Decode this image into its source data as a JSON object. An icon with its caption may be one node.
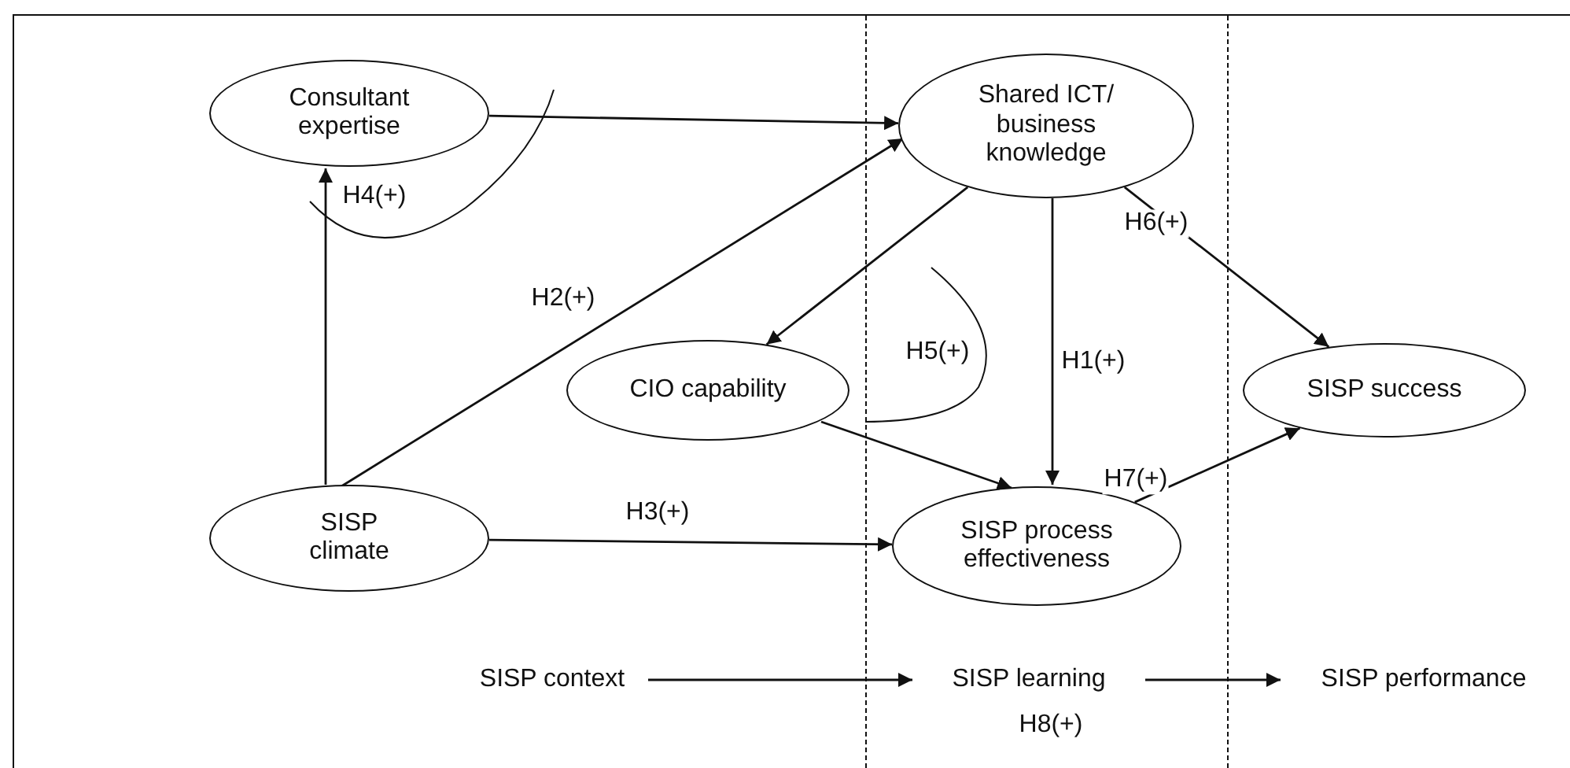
{
  "diagram": {
    "nodes": [
      {
        "text": [
          "Consultant expertise"
        ]
      },
      {
        "text": [
          "Shared ICT/ business knowledge"
        ]
      },
      {
        "text": [
          "CIO capability"
        ]
      },
      {
        "text": [
          "SISP success"
        ]
      },
      {
        "text": [
          "SISP process effectiveness"
        ]
      },
      {
        "text": [
          "SISP climate"
        ]
      },
      {
        "text": [
          "SISP context"
        ]
      },
      {
        "text": [
          "SISP learning"
        ]
      },
      {
        "text": [
          "SISP performance"
        ]
      }
    ],
    "edges": [
      {
        "from": 5,
        "to": 0,
        "arrow": "to"
      },
      {
        "from": 0,
        "to": 1,
        "arrow": "to"
      },
      {
        "from": 5,
        "to": 1,
        "arrow": "to",
        "label": "H2(+)"
      },
      {
        "from": 1,
        "to": 2,
        "arrow": "to"
      },
      {
        "from": 1,
        "to": 4,
        "arrow": "to",
        "label": "H1(+)"
      },
      {
        "from": 1,
        "to": 3,
        "arrow": "to",
        "label": "H6(+)"
      },
      {
        "from": 2,
        "to": 4,
        "arrow": "to"
      },
      {
        "from": 5,
        "to": 4,
        "arrow": "to",
        "label": "H3(+)"
      },
      {
        "from": 4,
        "to": 3,
        "arrow": "to",
        "label": "H7(+)"
      },
      {
        "from": 6,
        "to": 7,
        "arrow": "to"
      },
      {
        "from": 7,
        "to": 8,
        "arrow": "to"
      }
    ],
    "labels": [
      "H4(+)",
      "H5(+)",
      "H8(+)"
    ]
  }
}
